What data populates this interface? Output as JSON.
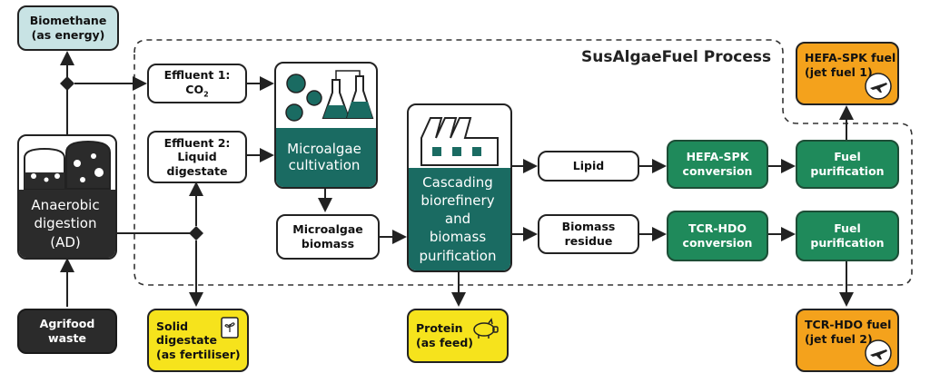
{
  "title": "SusAlgaeFuel Process",
  "nodes": {
    "biomethane": "Biomethane\n(as energy)",
    "effluent1_main": "Effluent 1:",
    "effluent1_co2": "CO",
    "effluent1_sub": "2",
    "effluent2": "Effluent 2:\nLiquid\ndigestate",
    "cultivation": "Microalgae\ncultivation",
    "microalgae_biomass": "Microalgae\nbiomass",
    "biorefinery": "Cascading\nbiorefinery\nand\nbiomass\npurification",
    "lipid": "Lipid",
    "biomass_residue": "Biomass\nresidue",
    "hefa_conversion": "HEFA-SPK\nconversion",
    "tcr_conversion": "TCR-HDO\nconversion",
    "fuel_purification_1": "Fuel\npurification",
    "fuel_purification_2": "Fuel\npurification",
    "hefa_fuel": "HEFA-SPK fuel\n(jet fuel 1)",
    "tcr_fuel": "TCR-HDO fuel\n(jet fuel 2)",
    "anaerobic_digestion": "Anaerobic\ndigestion\n(AD)",
    "agrifood_waste": "Agrifood\nwaste",
    "solid_digestate": "Solid\ndigestate\n(as fertiliser)",
    "protein": "Protein\n(as feed)"
  },
  "colors": {
    "teal": "#1a6b62",
    "green": "#1f8a5b",
    "yellow": "#f6e31c",
    "orange": "#f4a21c",
    "lightblue": "#c8e3e4",
    "dark": "#2b2b2b"
  },
  "icons": [
    "airplane-icon",
    "pig-icon",
    "fertiliser-bag-icon",
    "factory-icon",
    "flask-icon",
    "storage-tank-icon"
  ]
}
